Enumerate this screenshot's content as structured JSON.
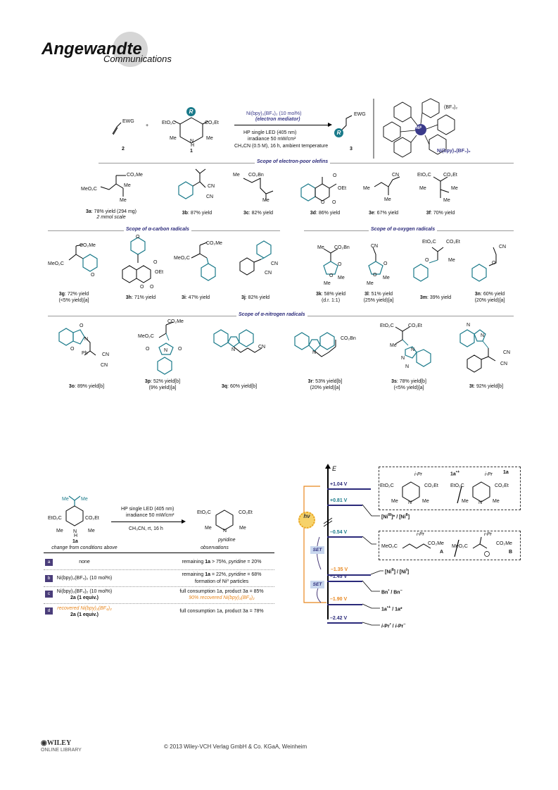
{
  "header": {
    "journal": "Angewandte",
    "subtitle": "Communications"
  },
  "scheme1": {
    "reagent2": "2",
    "reagent1": "1",
    "product3": "3",
    "ewg": "EWG",
    "r_label": "R",
    "co2et_left": "EtO₂C",
    "co2et_right": "CO₂Et",
    "me": "Me",
    "nh": "N\nH",
    "plus": "+",
    "cond_catalyst": "Ni(bpy)₃(BF₄)₂ (10 mol%)",
    "cond_role": "(electron mediator)",
    "cond_led": "HP single LED (405 nm)",
    "cond_irr": "irradiance 50 mW/cm²",
    "cond_solvent": "CH₃CN (0.5 M), 16 h, ambient temperature",
    "complex_counterion": "(BF₄)₂",
    "complex_center": "Niᴵᴵ",
    "complex_name": "Ni(bpy)₃(BF₄)₂"
  },
  "sections": {
    "olefins": "Scope of electron-poor olefins",
    "carbon": "Scope of α-carbon radicals",
    "oxygen": "Scope of α-oxygen radicals",
    "nitrogen": "Scope of  α-nitrogen radicals"
  },
  "row1": [
    {
      "id": "3a",
      "text": ": 78% yield (294 mg)",
      "sub": "2 mmol scale"
    },
    {
      "id": "3b",
      "text": ": 87% yield"
    },
    {
      "id": "3c",
      "text": ": 82% yield"
    },
    {
      "id": "3d",
      "text": ": 86% yield"
    },
    {
      "id": "3e",
      "text": ": 67% yield"
    },
    {
      "id": "3f",
      "text": ": 70% yield"
    }
  ],
  "row2": [
    {
      "id": "3g",
      "text": ": 72% yield",
      "sub": "(<5% yield)[a]"
    },
    {
      "id": "3h",
      "text": ": 71% yield"
    },
    {
      "id": "3i",
      "text": ": 47% yield"
    },
    {
      "id": "3j",
      "text": ": 82% yield"
    },
    {
      "id": "3k",
      "text": ": 58% yield",
      "sub": "(d.r. 1:1)"
    },
    {
      "id": "3l",
      "text": ": 51% yield",
      "sub": "(25% yield)[a]"
    },
    {
      "id": "3m",
      "text": ": 39% yield"
    },
    {
      "id": "3n",
      "text": ": 60% yield",
      "sub": "(20% yield)[a]"
    }
  ],
  "row3": [
    {
      "id": "3o",
      "text": ": 89% yield[b]"
    },
    {
      "id": "3p",
      "text": ": 52% yield[b]",
      "sub": "(9% yield)[a]"
    },
    {
      "id": "3q",
      "text": ": 60% yield[b]"
    },
    {
      "id": "3r",
      "text": ": 53% yield[b]",
      "sub": "(20% yield)[a]"
    },
    {
      "id": "3s",
      "text": ": 78% yield[b]",
      "sub": "(<5% yield)[a]"
    },
    {
      "id": "3t",
      "text": ": 92% yield[b]"
    }
  ],
  "struct_labels": {
    "co2me": "CO₂Me",
    "meo2c": "MeO₂C",
    "me": "Me",
    "cn": "CN",
    "oet": "OEt",
    "co2et": "CO₂Et",
    "eto2c": "EtO₂C",
    "co2bn": "CO₂Bn",
    "o": "O",
    "n": "N",
    "ph": "Ph"
  },
  "scheme2": {
    "sm_label": "1a",
    "cond_led": "HP single LED (405 nm)",
    "cond_irr": "irradiance 50 mW/cm²",
    "cond_solvent": "CH₃CN, rt, 16 h",
    "product_name": "pyridine",
    "col_change": "change from conditions above",
    "col_obs": "observations",
    "rows": [
      {
        "tag": "a",
        "change": "none",
        "change2": "",
        "obs": "remaining 1a > 75%, pyridine = 20%",
        "obs2": ""
      },
      {
        "tag": "b",
        "change": "Ni(bpy)₃(BF₄)₂ (10 mol%)",
        "change2": "",
        "obs": "remaining 1a = 22%, pyridine = 68%",
        "obs2": "formation of Ni⁰ particles"
      },
      {
        "tag": "c",
        "change": "Ni(bpy)₃(BF₄)₂ (10 mol%)",
        "change2": "2a (1 equiv.)",
        "obs": "full consumption 1a, product 3a = 85%",
        "obs2": "90% recovered Ni(bpy)₃(BF₄)₂"
      },
      {
        "tag": "d",
        "change": "recovered Ni(bpy)₃(BF₄)₂",
        "change2": "2a (1 equiv.)",
        "obs": "full consumption 1a, product 3a = 78%",
        "obs2": ""
      }
    ]
  },
  "energy": {
    "axis": "E",
    "hv": "hν",
    "set": "SET",
    "levels": [
      {
        "v": "+1.04 V",
        "label": "1a•+   1a"
      },
      {
        "v": "+0.81 V",
        "label": "[Niᴵᴵᴵ]* / [Niᴵᴵ]"
      },
      {
        "v": "–0.54 V",
        "label": "A   B"
      },
      {
        "v": "–1.35 V",
        "label": "[Niᴵᴵ] / [Niᴵ]"
      },
      {
        "v": "–1.45 V",
        "label": "Bn• / Bn–"
      },
      {
        "v": "–1.90 V",
        "label": "1a•+ / 1a*"
      },
      {
        "v": "–2.42 V",
        "label": "i-Pr• / i-Pr–"
      }
    ],
    "ipr": "i-Pr",
    "radical_a": "A",
    "radical_b": "B"
  },
  "footer": {
    "publisher": "WILEY",
    "library": "ONLINE LIBRARY",
    "copyright": "© 2013 Wiley-VCH Verlag GmbH & Co. KGaA, Weinheim"
  },
  "colors": {
    "teal": "#1a7a8a",
    "purple": "#3a3a8a",
    "orange": "#e8871e",
    "navy": "#2b2a7a"
  }
}
